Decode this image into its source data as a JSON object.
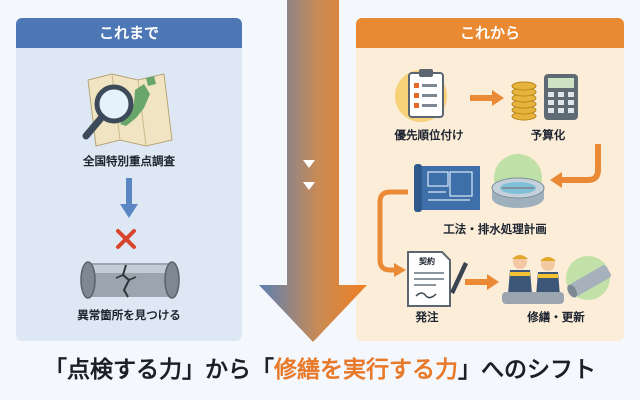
{
  "left": {
    "header": "これまで",
    "step1": "全国特別重点調査",
    "step2": "異常箇所を見つける"
  },
  "right": {
    "header": "これから",
    "step1": "優先順位付け",
    "step2": "予算化",
    "step3": "工法・排水処理計画",
    "step4": "発注",
    "step5": "修繕・更新",
    "contract_label": "契約"
  },
  "title": {
    "part1": "「点検する力」から「",
    "part2": "修繕を実行する力",
    "part3": "」へのシフト"
  },
  "colors": {
    "left_header": "#4d78b5",
    "right_header": "#e98a32",
    "highlight": "#e8792a"
  }
}
